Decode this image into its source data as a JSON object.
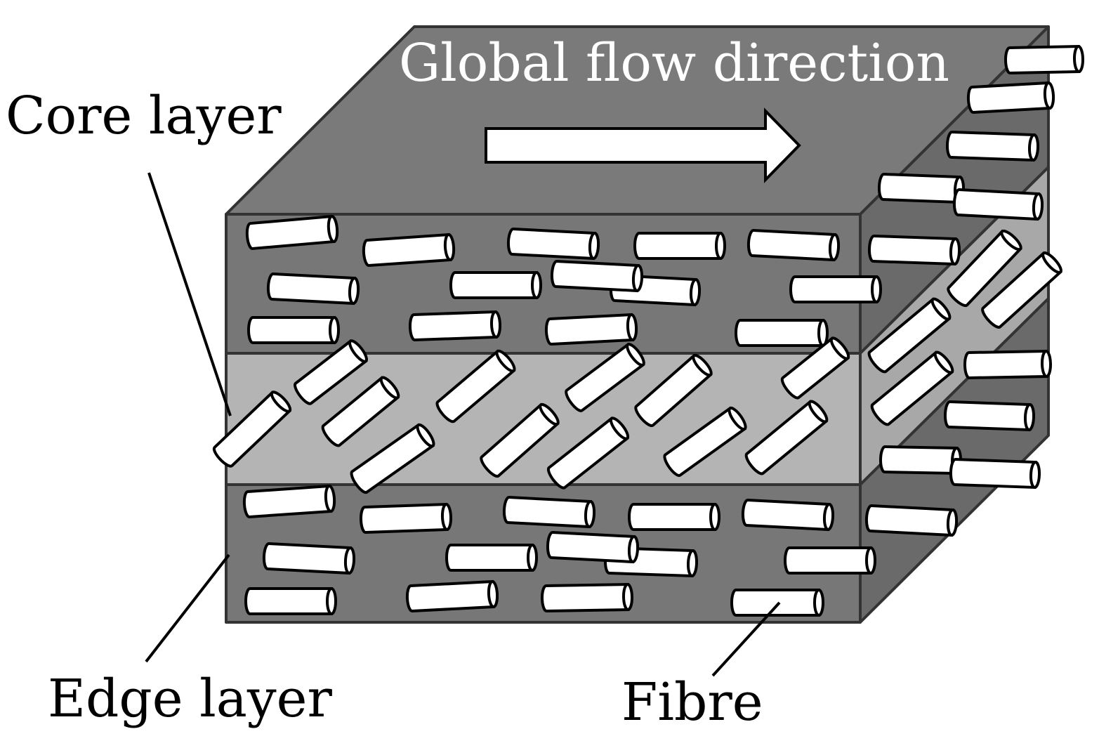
{
  "labels": {
    "flow_direction": "Global flow direction",
    "core_layer": "Core layer",
    "edge_layer": "Edge layer",
    "fibre": "Fibre"
  },
  "colors": {
    "edge_layer_fill": "#777777",
    "core_layer_fill": "#b4b4b4",
    "side_face_fill": "#6a6a6a",
    "top_face_fill": "#7a7a7a",
    "fibre_fill": "#ffffff",
    "outline": "#333333"
  }
}
